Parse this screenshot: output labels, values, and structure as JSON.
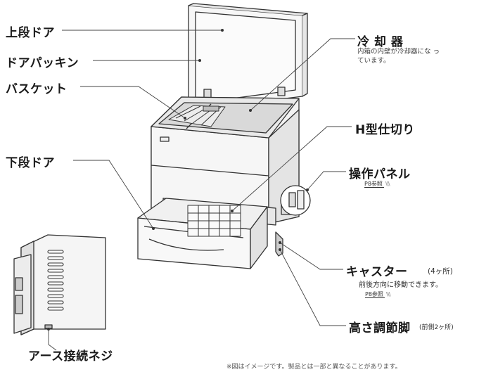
{
  "labels": {
    "upper_door": "上段ドア",
    "door_gasket": "ドアパッキン",
    "basket": "バスケット",
    "lower_door": "下段ドア",
    "cooler": "冷 却 器",
    "cooler_desc": "内箱の内壁が冷却器にな っています。",
    "h_partition": "H型仕切り",
    "control_panel": "操作パネル",
    "control_panel_ref": "P8参照",
    "caster": "キャスター",
    "caster_count": "(4ヶ所)",
    "caster_desc": "前後方向に移動できます。",
    "caster_ref": "P8参照",
    "height_leg": "高さ調節脚",
    "height_leg_count": "(前側2ヶ所)",
    "ground_screw": "アース接続ネジ"
  },
  "footnote": "※図はイメージです。製品とは一部と異なることがあります。"
}
